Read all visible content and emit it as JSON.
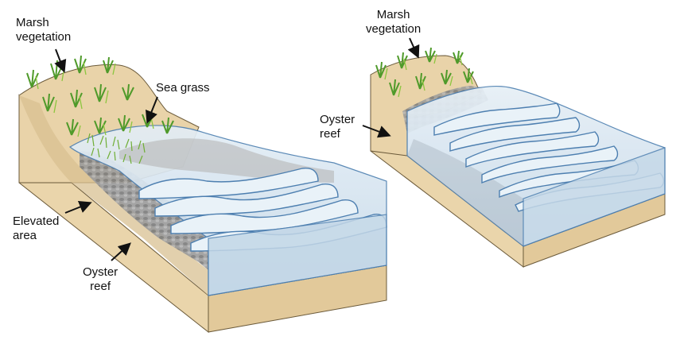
{
  "labels": {
    "left": {
      "marsh_vegetation": [
        "Marsh",
        "vegetation"
      ],
      "sea_grass": "Sea grass",
      "elevated_area": [
        "Elevated",
        "area"
      ],
      "oyster_reef": [
        "Oyster",
        "reef"
      ]
    },
    "right": {
      "marsh_vegetation": [
        "Marsh",
        "vegetation"
      ],
      "oyster_reef": [
        "Oyster",
        "reef"
      ]
    }
  },
  "colors": {
    "sand": "#efdcb8",
    "sand_front": "#ead5ab",
    "sand_dark": "#d8c092",
    "sand_top": "#e9d3a9",
    "water": "#cfe0ec",
    "water_deep": "#b9d0e2",
    "wave_crest": "#e9f2f8",
    "wave_stroke": "#4d7fb0",
    "oyster": "#8d8d8d",
    "grass": "#4f9a2a",
    "grass_light": "#8cc63f"
  }
}
